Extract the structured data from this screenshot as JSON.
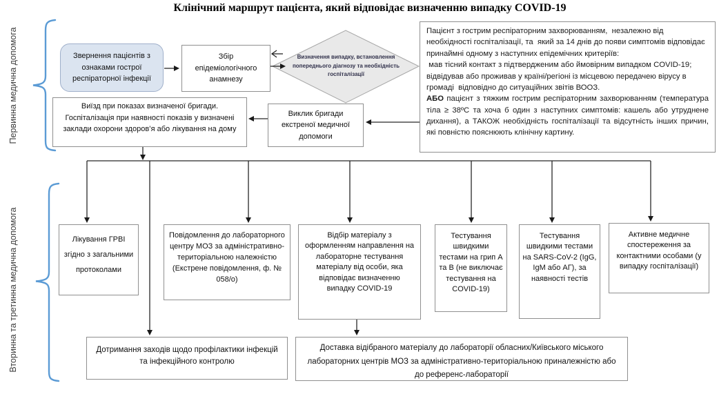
{
  "title": "Клінічний маршрут пацієнта, який відповідає визначенню випадку COVID-19",
  "labels": {
    "primary": "Первинна медична допомога",
    "secondary": "Вторинна та третинна медична допомога"
  },
  "flow": {
    "referral": "Звернення пацієнтів з ознаками  гострої респіраторної інфекції",
    "anamnesis": "Збір епідеміологічного анамнезу",
    "decision": "Визначення випадку, встановлення попереднього діагнозу та необхідність госпіталізації",
    "criteria": {
      "p1": "Пацієнт з гострим респіраторним захворюванням,  незалежно від необхідності госпіталізації, та  який за 14 днів до появи симптомів відповідає принаймні одному з наступних епідемічних критеріїв:",
      "p2": " мав тісний контакт з підтвердженим або ймовірним випадком COVID-19;",
      "p3": "відвідував або проживав у країні/регіоні із місцевою передачею вірусу в громаді  відповідно до ситуаційних звітів ВООЗ.",
      "p4_bold": "АБО",
      "p4_rest": " пацієнт з тяжким гострим респіраторним захворюванням (температура тіла ≥ 38ºС та хоча б один з наступних симптомів: кашель або утруднене дихання), а ТАКОЖ необхідність госпіталізації та відсутність інших причин, які повністю пояснюють клінічну картину."
    },
    "dispatch": "Виїзд при показах визначеної бригади.  Госпіталізація при наявності показів  у визначені заклади охорони здоров’я або лікування на дому",
    "ems_call": "Виклик  бригади екстреної медичної допомоги",
    "actions": [
      "Лікування ГРВІ згідно з загальними протоколами",
      "Повідомлення до лабораторного центру МОЗ за адміністративно-територіальною належністю (Екстрене повідомлення,  ф. № 058/о)",
      "Відбір матеріалу  з оформленням направлення на лабораторне тестування матеріалу від особи, яка відповідає визначенню випадку COVID-19",
      "Тестування швидкими тестами на грип А та В (не виключає тестування на COVID-19)",
      "Тестування швидкими тестами на SARS-CoV-2 (IgG, IgM або АГ), за наявності тестів",
      "Активне медичне спостереження за контактними особами (у випадку госпіталізації)"
    ],
    "infection_control": "Дотримання заходів щодо профілактики інфекцій та інфекційного контролю",
    "delivery": "Доставка відібраного матеріалу до лабораторії обласних/Київського міського лабораторних центрів МОЗ за адміністративно-територіальною приналежністю або до референс-лабораторії"
  },
  "colors": {
    "brace_blue": "#5b9bd5",
    "referral_fill": "#dbe4f0",
    "diamond_fill": "#e9e9e9",
    "connector": "#262626"
  }
}
